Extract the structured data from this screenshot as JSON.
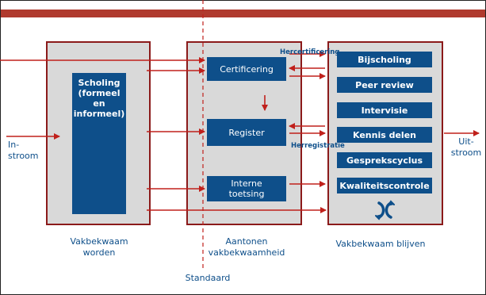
{
  "columns": {
    "left_label": "Vakbekwaam\nworden",
    "middle_label": "Aantonen\nvakbekwaamheid",
    "right_label": "Vakbekwaam blijven"
  },
  "standard_label": "Standaard",
  "instroom_label": "In-\nstroom",
  "uitstroom_label": "Uit-\nstroom",
  "scholing_label": "Scholing\n(formeel en\ninformeel)",
  "middle_boxes": {
    "certificering": "Certificering",
    "register": "Register",
    "interne_toetsing": "Interne\ntoetsing"
  },
  "right_boxes": [
    "Bijscholing",
    "Peer review",
    "Intervisie",
    "Kennis delen",
    "Gesprekscyclus",
    "Kwaliteitscontrole"
  ],
  "hercertificering_label": "Hercertificering",
  "herregistratie_label": "Herregistratie",
  "colors": {
    "accent": "#b03a2e",
    "box": "#0e4f8a",
    "panel": "#d9d9d9",
    "arrow": "#c0201b"
  },
  "cycle_icon": "refresh-cycle-icon"
}
